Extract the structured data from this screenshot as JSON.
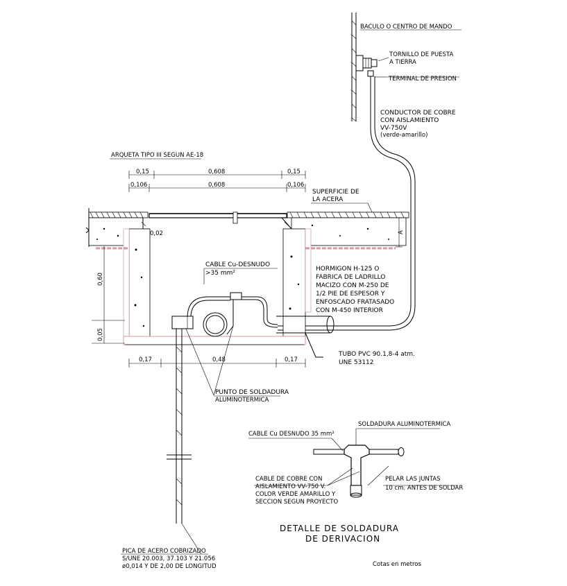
{
  "labels": {
    "baculo": "BACULO O CENTRO DE MANDO",
    "tornillo_1": "TORNILLO DE PUESTA",
    "tornillo_2": "A TIERRA",
    "terminal": "TERMINAL DE PRESION",
    "conductor_1": "CONDUCTOR DE COBRE",
    "conductor_2": "CON AISLAMIENTO",
    "conductor_3": "VV-750V",
    "conductor_4": "(verde-amarillo)",
    "arqueta": "ARQUETA TIPO III SEGUN AE-18",
    "superficie_1": "SUPERFICIE DE",
    "superficie_2": "LA ACERA",
    "cable_desnudo": "CABLE Cu-DESNUDO",
    "cable_section": ">35 mm²",
    "hormigon_1": "HORMIGON H-125 O",
    "hormigon_2": "FABRICA DE LADRILLO",
    "hormigon_3": "MACIZO CON M-250 DE",
    "hormigon_4": "1/2 PIE DE ESPESOR Y",
    "hormigon_5": "ENFOSCADO FRATASADO",
    "hormigon_6": "CON M-450 INTERIOR",
    "tubo_1": "TUBO PVC 90.1,8-4 atm.",
    "tubo_2": "UNE 53112",
    "punto_1": "PUNTO DE SOLDADURA",
    "punto_2": "ALUMINOTERMICA",
    "detail_soldadura": "SOLDADURA ALUMINOTERMICA",
    "detail_cable": "CABLE Cu DESNUDO 35 mm²",
    "detail_cobre_1": "CABLE DE COBRE CON",
    "detail_cobre_2": "AISLAMIENTO VV-750 V.",
    "detail_cobre_3": "COLOR VERDE AMARILLO Y",
    "detail_cobre_4": "SECCION SEGUN PROYECTO",
    "pelar_1": "PELAR LAS JUNTAS",
    "pelar_2": "10 cm. ANTES DE SOLDAR",
    "title_1": "DETALLE DE SOLDADURA",
    "title_2": "DE DERIVACION",
    "pica_1": "PICA DE ACERO COBRIZADO",
    "pica_2": "S/UNE 20.003, 37.103 Y 21.056",
    "pica_3": "ø0,014 Y DE 2,00 DE LONGITUD",
    "cotas": "Cotas en metros"
  },
  "dimensions": {
    "top_left": "0,15",
    "top_mid": "0,608",
    "top_right": "0,15",
    "sec_left": "0,106",
    "sec_mid": "0,608",
    "sec_right": "0,106",
    "gap": "0,02",
    "height": "0,60",
    "base": "0,05",
    "bottom_left": "0,17",
    "bottom_mid": "0,48",
    "bottom_right": "0,17",
    "level": "A"
  }
}
